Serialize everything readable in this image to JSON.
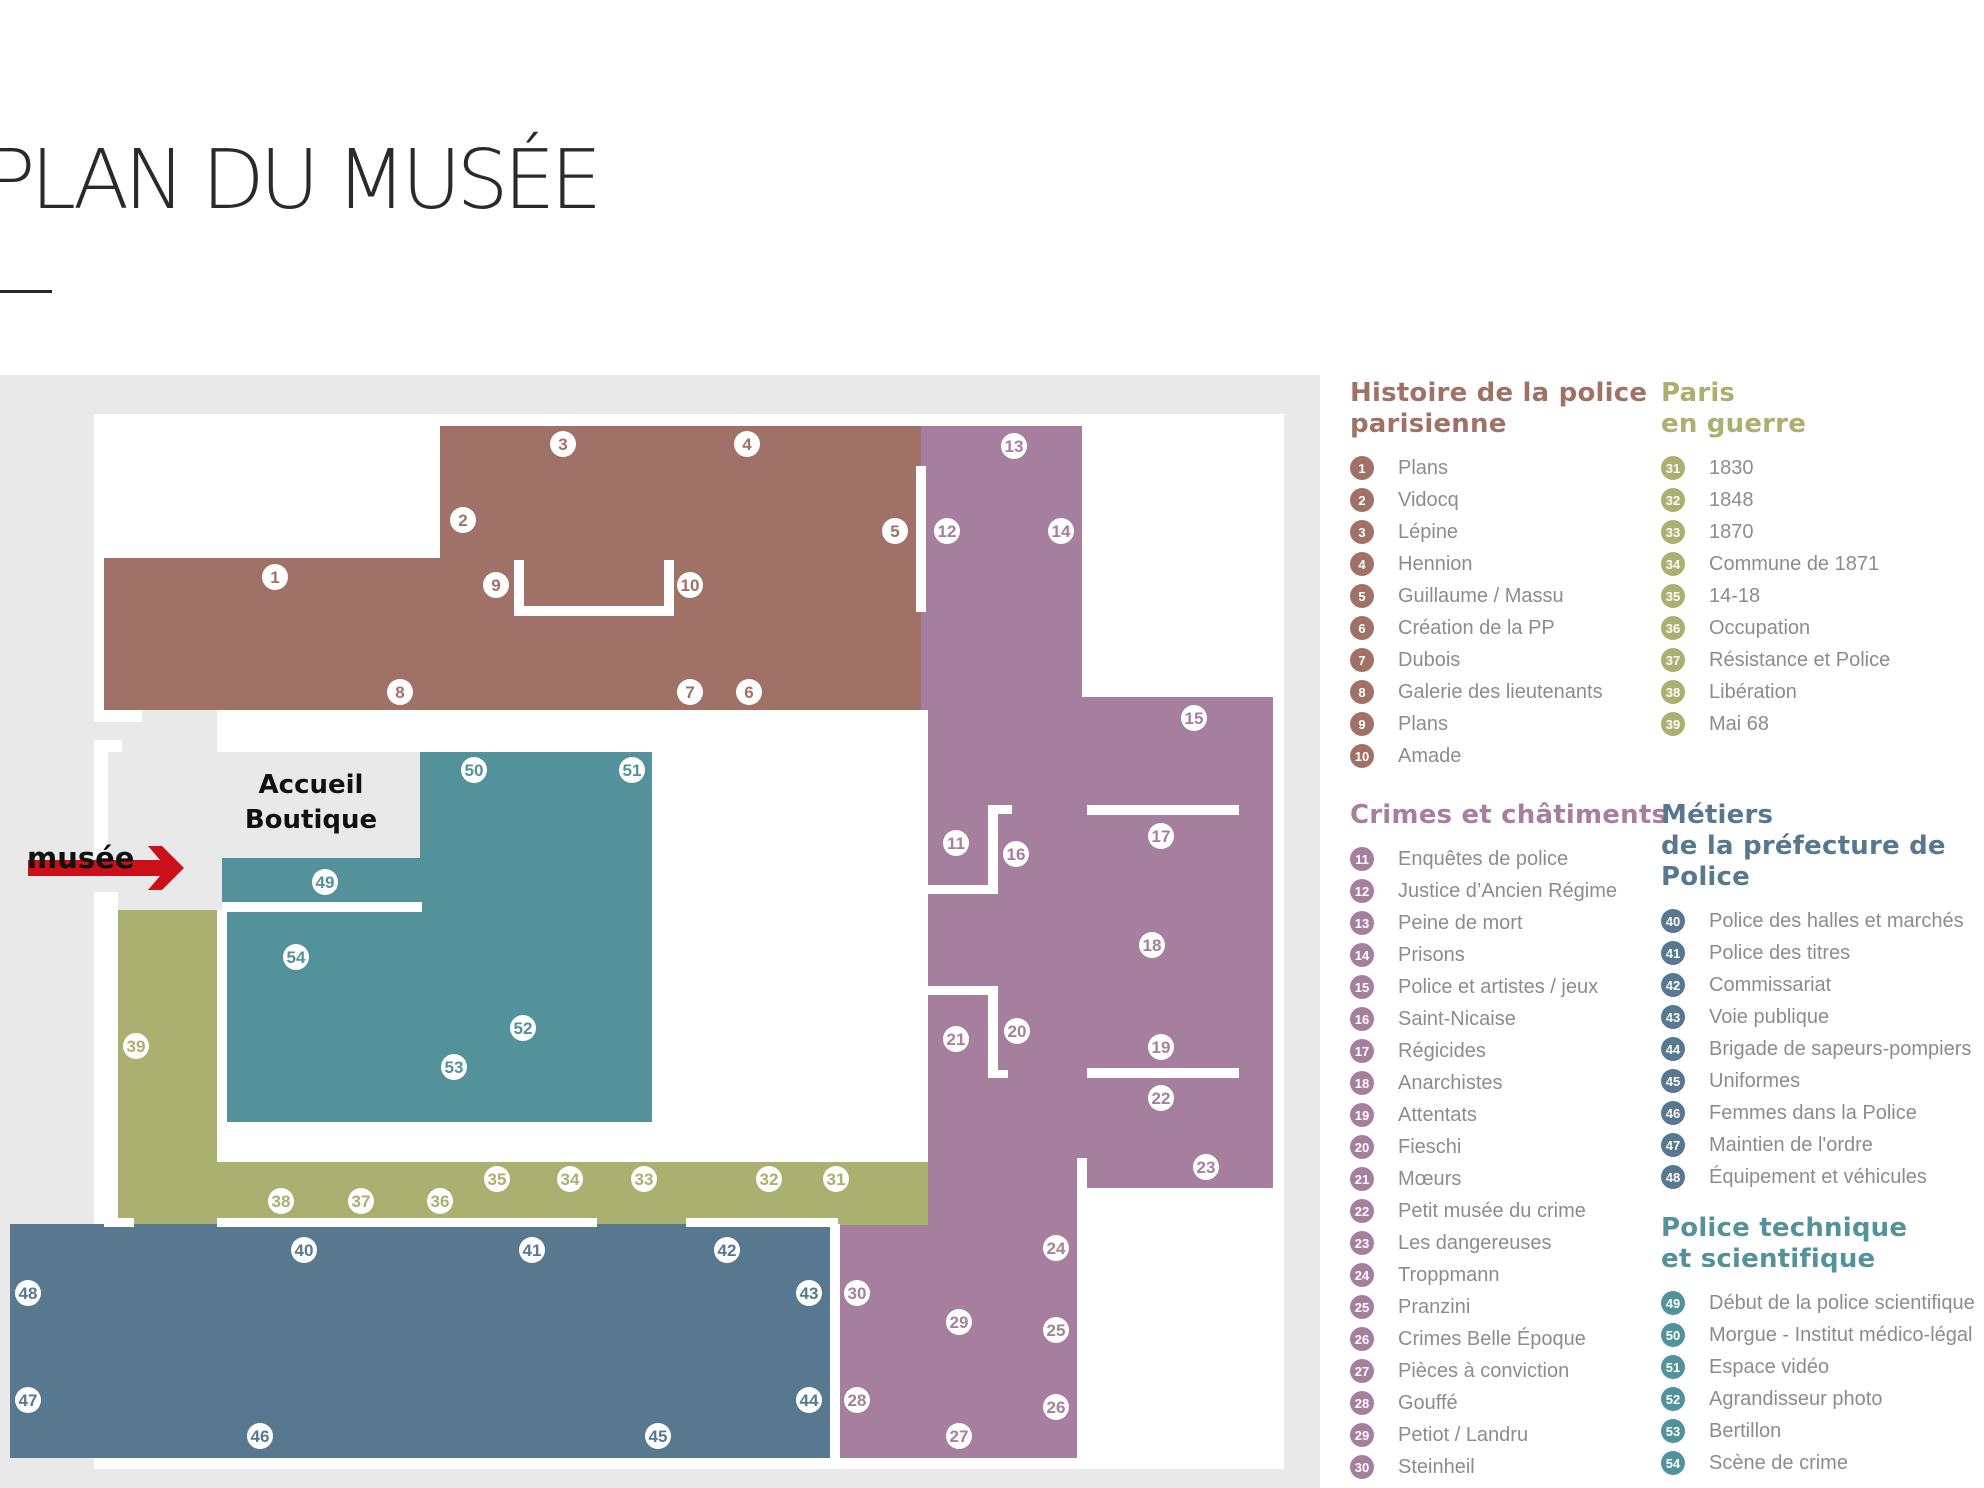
{
  "title": "PLAN DU MUSÉE",
  "plan": {
    "entrance_label": "musée",
    "accueil_line1": "Accueil",
    "accueil_line2": "Boutique"
  },
  "colors": {
    "histoire": "#a07267",
    "crimes": "#a67f9e",
    "paris": "#a9b070",
    "metiers": "#58788f",
    "technique": "#53929a",
    "floor": "#e9e9e9",
    "entrance_arrow": "#cc1019"
  },
  "legend": {
    "histoire": {
      "title_line1": "Histoire de la police",
      "title_line2": "parisienne",
      "items": [
        {
          "num": "1",
          "label": "Plans"
        },
        {
          "num": "2",
          "label": "Vidocq"
        },
        {
          "num": "3",
          "label": "Lépine"
        },
        {
          "num": "4",
          "label": "Hennion"
        },
        {
          "num": "5",
          "label": "Guillaume / Massu"
        },
        {
          "num": "6",
          "label": "Création de la PP"
        },
        {
          "num": "7",
          "label": "Dubois"
        },
        {
          "num": "8",
          "label": "Galerie des lieutenants"
        },
        {
          "num": "9",
          "label": "Plans"
        },
        {
          "num": "10",
          "label": "Amade"
        }
      ]
    },
    "crimes": {
      "title_line1": "Crimes et châtiments",
      "items": [
        {
          "num": "11",
          "label": "Enquêtes de police"
        },
        {
          "num": "12",
          "label": "Justice d’Ancien Régime"
        },
        {
          "num": "13",
          "label": "Peine de mort"
        },
        {
          "num": "14",
          "label": "Prisons"
        },
        {
          "num": "15",
          "label": "Police et artistes / jeux"
        },
        {
          "num": "16",
          "label": "Saint-Nicaise"
        },
        {
          "num": "17",
          "label": "Régicides"
        },
        {
          "num": "18",
          "label": "Anarchistes"
        },
        {
          "num": "19",
          "label": "Attentats"
        },
        {
          "num": "20",
          "label": "Fieschi"
        },
        {
          "num": "21",
          "label": "Mœurs"
        },
        {
          "num": "22",
          "label": "Petit musée du crime"
        },
        {
          "num": "23",
          "label": "Les dangereuses"
        },
        {
          "num": "24",
          "label": "Troppmann"
        },
        {
          "num": "25",
          "label": "Pranzini"
        },
        {
          "num": "26",
          "label": "Crimes Belle Époque"
        },
        {
          "num": "27",
          "label": "Pièces à conviction"
        },
        {
          "num": "28",
          "label": "Gouffé"
        },
        {
          "num": "29",
          "label": "Petiot / Landru"
        },
        {
          "num": "30",
          "label": "Steinheil"
        }
      ]
    },
    "paris": {
      "title_line1": "Paris",
      "title_line2": "en guerre",
      "items": [
        {
          "num": "31",
          "label": "1830"
        },
        {
          "num": "32",
          "label": "1848"
        },
        {
          "num": "33",
          "label": "1870"
        },
        {
          "num": "34",
          "label": "Commune de 1871"
        },
        {
          "num": "35",
          "label": "14-18"
        },
        {
          "num": "36",
          "label": "Occupation"
        },
        {
          "num": "37",
          "label": "Résistance et Police"
        },
        {
          "num": "38",
          "label": "Libération"
        },
        {
          "num": "39",
          "label": "Mai 68"
        }
      ]
    },
    "metiers": {
      "title_line1": "Métiers",
      "title_line2": "de la préfecture de Police",
      "items": [
        {
          "num": "40",
          "label": "Police des halles et marchés"
        },
        {
          "num": "41",
          "label": "Police des titres"
        },
        {
          "num": "42",
          "label": "Commissariat"
        },
        {
          "num": "43",
          "label": "Voie publique"
        },
        {
          "num": "44",
          "label": "Brigade de sapeurs-pompiers"
        },
        {
          "num": "45",
          "label": "Uniformes"
        },
        {
          "num": "46",
          "label": "Femmes dans la Police"
        },
        {
          "num": "47",
          "label": "Maintien de l'ordre"
        },
        {
          "num": "48",
          "label": "Équipement et véhicules"
        }
      ]
    },
    "technique": {
      "title_line1": "Police technique",
      "title_line2": "et scientifique",
      "items": [
        {
          "num": "49",
          "label": "Début de la police scientifique"
        },
        {
          "num": "50",
          "label": "Morgue - Institut médico-légal"
        },
        {
          "num": "51",
          "label": "Espace vidéo"
        },
        {
          "num": "52",
          "label": "Agrandisseur photo"
        },
        {
          "num": "53",
          "label": "Bertillon"
        },
        {
          "num": "54",
          "label": "Scène de crime"
        }
      ]
    }
  }
}
